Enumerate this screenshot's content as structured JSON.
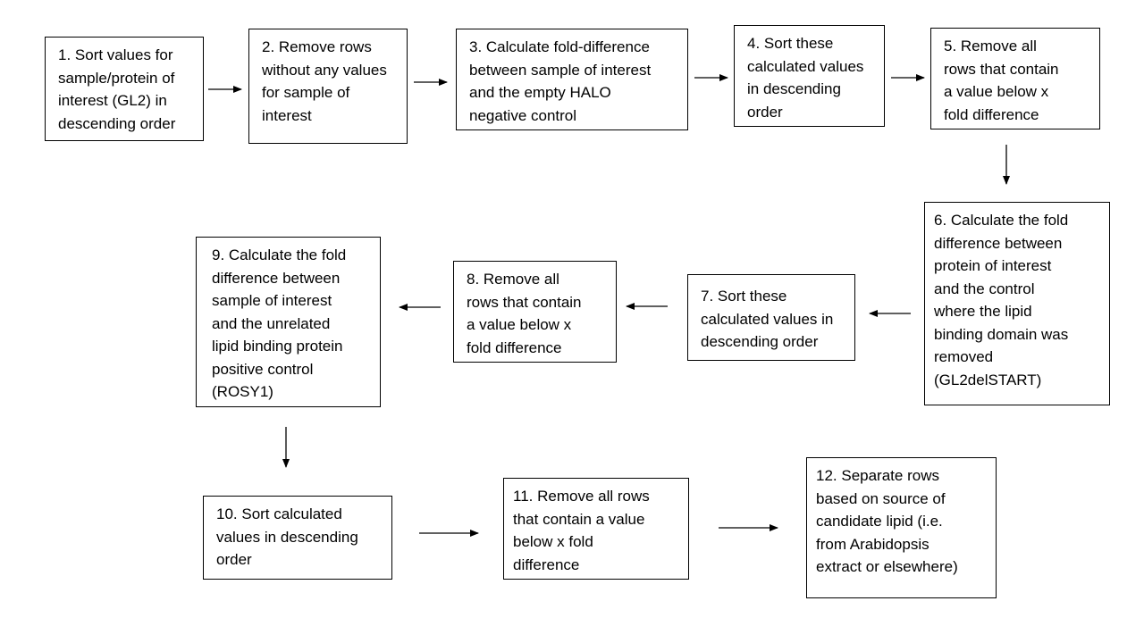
{
  "steps": [
    {
      "id": "1",
      "text": "1. Sort values for\nsample/protein of\ninterest (GL2) in\ndescending order"
    },
    {
      "id": "2",
      "text": "2. Remove rows\nwithout any values\nfor  sample of\ninterest"
    },
    {
      "id": "3",
      "text": "3. Calculate fold-difference\nbetween sample of interest\nand the empty HALO\nnegative control"
    },
    {
      "id": "4",
      "text": "4. Sort these\ncalculated values\nin descending\norder"
    },
    {
      "id": "5",
      "text": "5. Remove all\nrows that contain\na value below x\nfold difference"
    },
    {
      "id": "6",
      "text": "6. Calculate the fold\ndifference  between\nprotein of interest\nand the control\nwhere the  lipid\nbinding  domain was\nremoved\n(GL2delSTART)"
    },
    {
      "id": "7",
      "text": "7. Sort these\ncalculated values in\ndescending order"
    },
    {
      "id": "8",
      "text": "8. Remove all\nrows that contain\na value below x\nfold difference"
    },
    {
      "id": "9",
      "text": "9. Calculate the fold\ndifference between\nsample of interest\nand the unrelated\nlipid binding protein\npositive control\n(ROSY1)"
    },
    {
      "id": "10",
      "text": "10. Sort calculated\nvalues in descending\norder"
    },
    {
      "id": "11",
      "text": "11. Remove all rows\nthat contain a value\nbelow x fold\ndifference"
    },
    {
      "id": "12",
      "text": "12. Separate rows\nbased on source of\ncandidate lipid (i.e.\nfrom Arabidopsis\nextract or elsewhere)"
    }
  ]
}
